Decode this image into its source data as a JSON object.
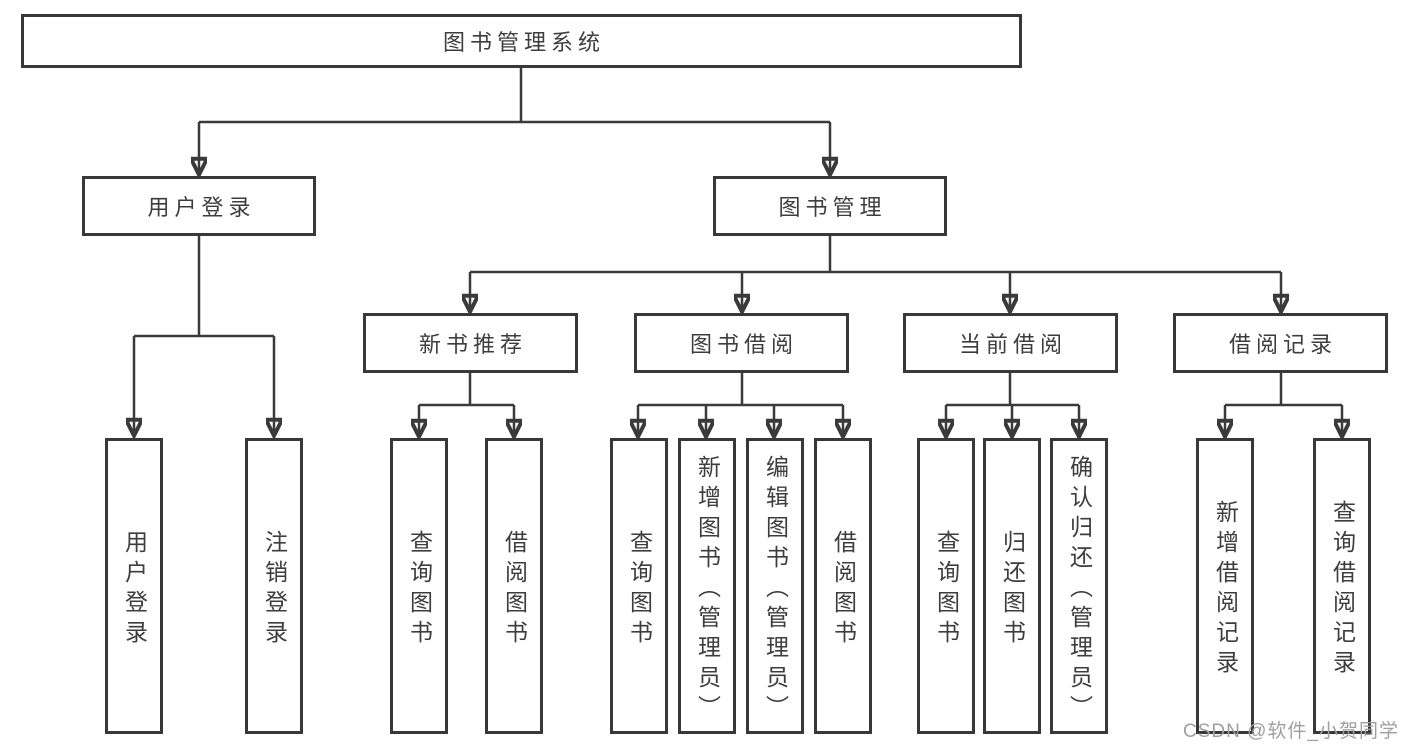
{
  "diagram": {
    "root": {
      "label": "图书管理系统"
    },
    "branches": [
      {
        "label": "用户登录",
        "leaves": [
          {
            "label": "用户登录"
          },
          {
            "label": "注销登录"
          }
        ]
      },
      {
        "label": "图书管理",
        "groups": [
          {
            "label": "新书推荐",
            "leaves": [
              {
                "label": "查询图书"
              },
              {
                "label": "借阅图书"
              }
            ]
          },
          {
            "label": "图书借阅",
            "leaves": [
              {
                "label": "查询图书"
              },
              {
                "label": "新增图书（管理员）"
              },
              {
                "label": "编辑图书（管理员）"
              },
              {
                "label": "借阅图书"
              }
            ]
          },
          {
            "label": "当前借阅",
            "leaves": [
              {
                "label": "查询图书"
              },
              {
                "label": "归还图书"
              },
              {
                "label": "确认归还（管理员）"
              }
            ]
          },
          {
            "label": "借阅记录",
            "leaves": [
              {
                "label": "新增借阅记录"
              },
              {
                "label": "查询借阅记录"
              }
            ]
          }
        ]
      }
    ]
  },
  "watermark": {
    "text": "CSDN @软件_小贺同学"
  },
  "colors": {
    "line": "#3a3a3a",
    "box_border": "#383838",
    "text": "#3d3d3d",
    "watermark": "#9f9f9f",
    "background": "#ffffff"
  }
}
